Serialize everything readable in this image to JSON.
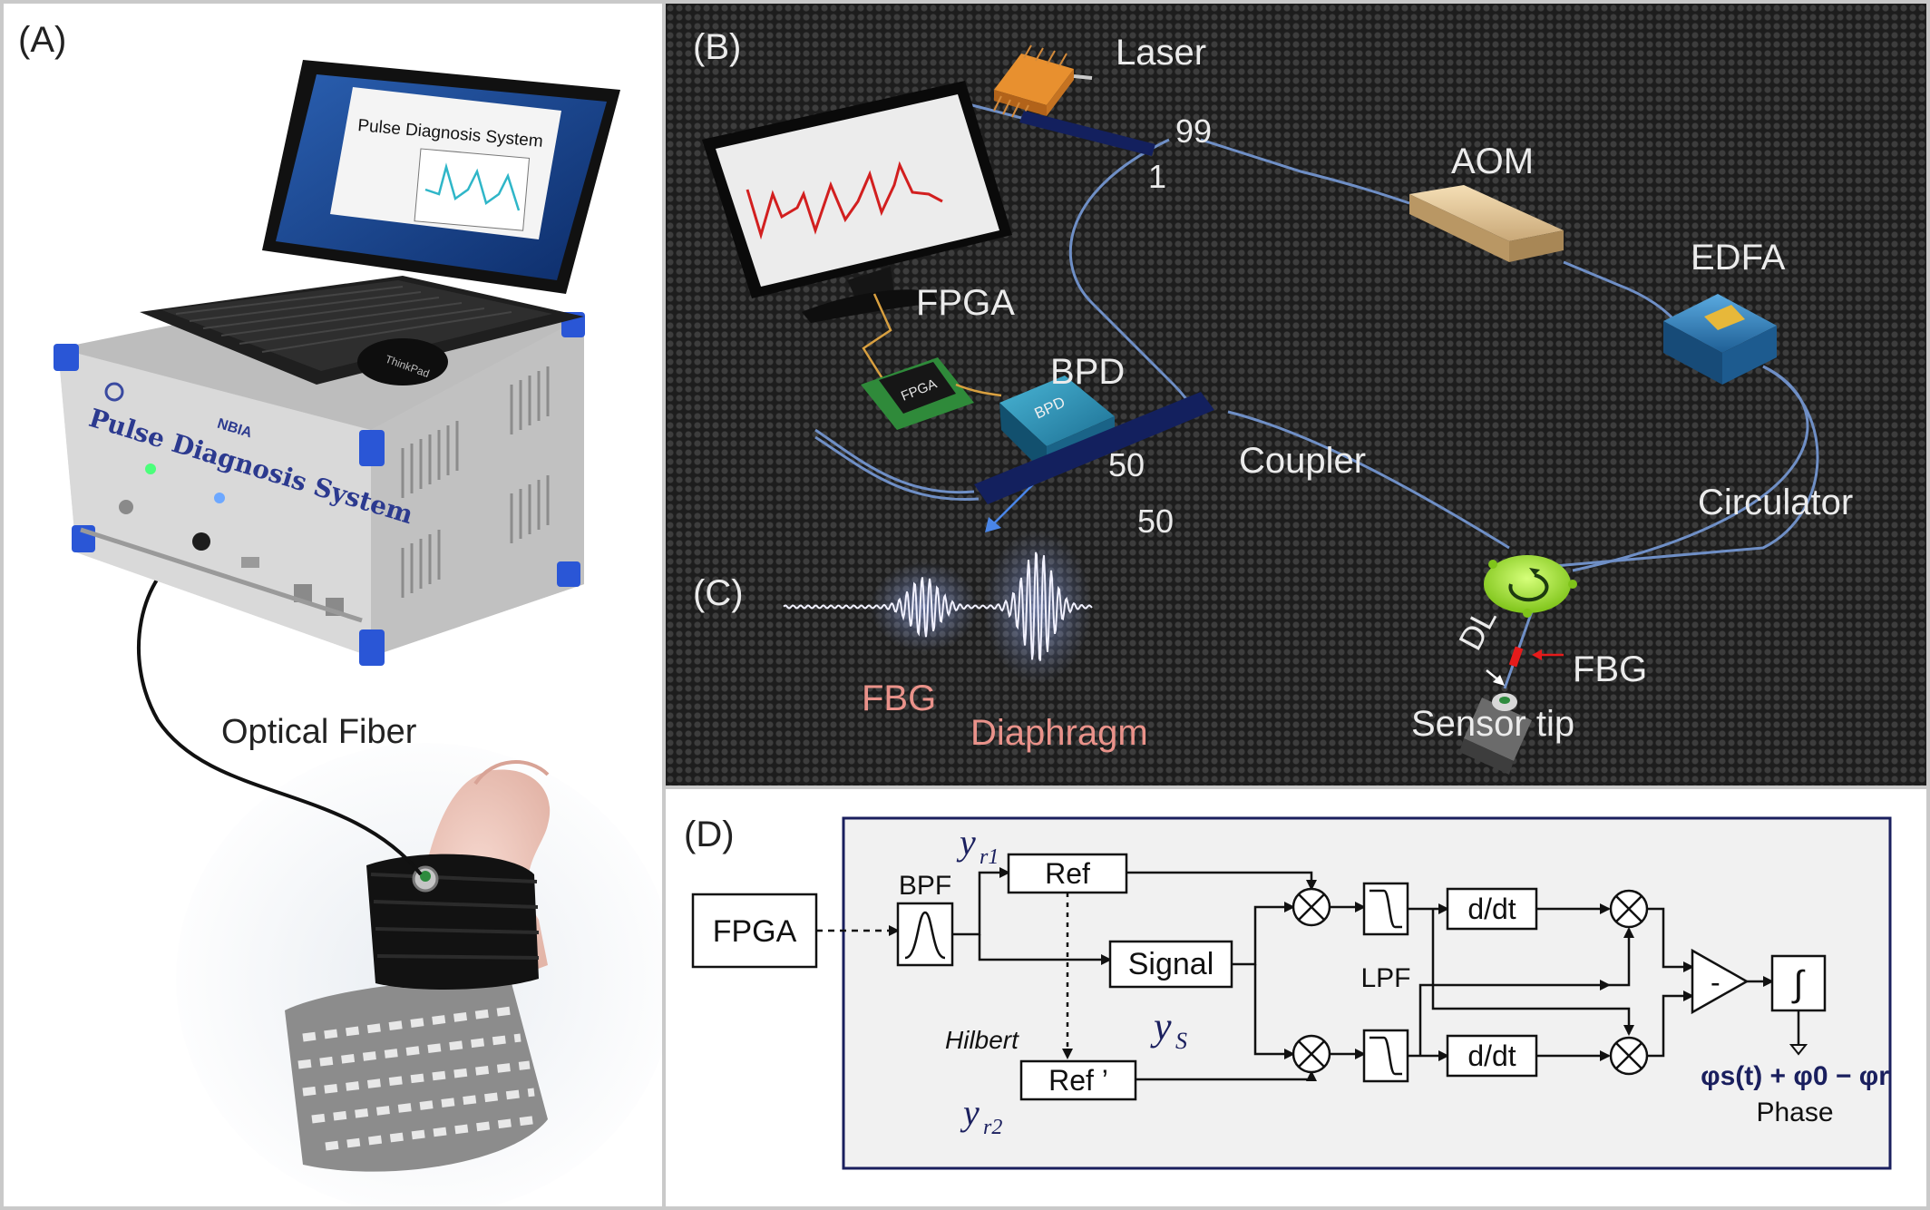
{
  "panel_a": {
    "label": "(A)",
    "screen_title": "Pulse Diagnosis System",
    "device_name": "Pulse Diagnosis System",
    "brand": "NBIA",
    "keyboard_brand": "ThinkPad",
    "fiber_label": "Optical Fiber"
  },
  "panel_b": {
    "label": "(B)",
    "components": {
      "laser": "Laser",
      "aom": "AOM",
      "edfa": "EDFA",
      "fpga": "FPGA",
      "fpga_chip": "FPGA",
      "bpd": "BPD",
      "bpd_chip": "BPD",
      "coupler": "Coupler",
      "circulator": "Circulator",
      "fbg": "FBG",
      "dl": "DL",
      "sensor_tip": "Sensor tip"
    },
    "ratios": {
      "r99": "99",
      "r1": "1",
      "r50a": "50",
      "r50b": "50"
    }
  },
  "panel_c": {
    "label": "(C)",
    "signal_labels": {
      "fbg": "FBG",
      "diaphragm": "Diaphragm"
    }
  },
  "panel_d": {
    "label": "(D)",
    "blocks": {
      "fpga": "FPGA",
      "bpf": "BPF",
      "ref": "Ref",
      "ref_prime": "Ref ’",
      "signal": "Signal",
      "lpf": "LPF",
      "ddt1": "d/dt",
      "ddt2": "d/dt",
      "subtract": "-",
      "integral": "∫",
      "hilbert": "Hilbert",
      "phase": "Phase"
    },
    "math": {
      "yr1_base": "y",
      "yr1_sub": "r1",
      "yr2_base": "y",
      "yr2_sub": "r2",
      "ys_base": "y",
      "ys_sub": "S",
      "phase_eq": "φs(t) + φ0 − φr"
    }
  },
  "colors": {
    "panel_border": "#c9c9c9",
    "dark_bg": "#1d1d1d",
    "fiber": "#6f8fc6",
    "waveform": "#d21f1f",
    "signal_label": "#e9928a",
    "diagram_frame": "#1a1f5e",
    "diagram_bg": "#f1f1f1",
    "math_color": "#1a1f5e"
  }
}
